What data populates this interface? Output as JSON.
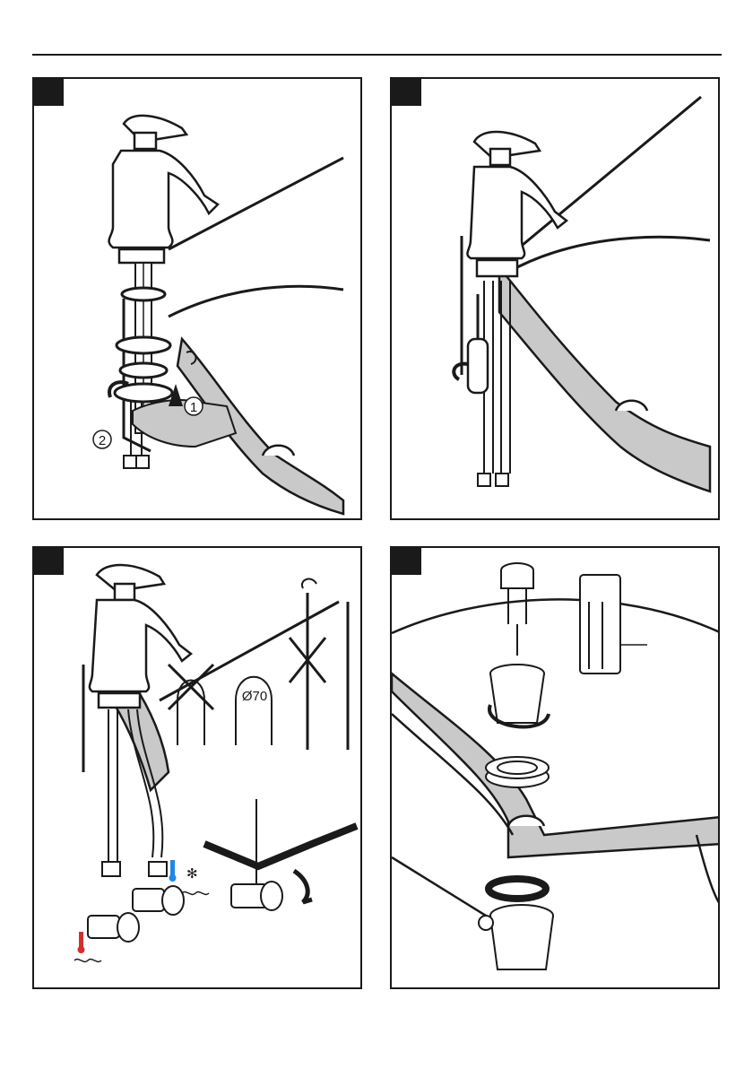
{
  "page": {
    "steps": [
      {
        "number": "",
        "callouts": [
          "1",
          "2"
        ]
      },
      {
        "number": ""
      },
      {
        "number": "",
        "dimension": "Ø70"
      },
      {
        "number": ""
      }
    ]
  },
  "colors": {
    "ink": "#1a1a1a",
    "sink_fill": "#c9c9c9",
    "hot": "#d32f2f",
    "cold": "#1e88e5"
  },
  "icons": [
    "hand-icon",
    "screwdriver-icon",
    "wrench-icon",
    "thermometer-hot-icon",
    "thermometer-cold-icon",
    "rotate-arrow-icon",
    "cross-out-icon"
  ]
}
